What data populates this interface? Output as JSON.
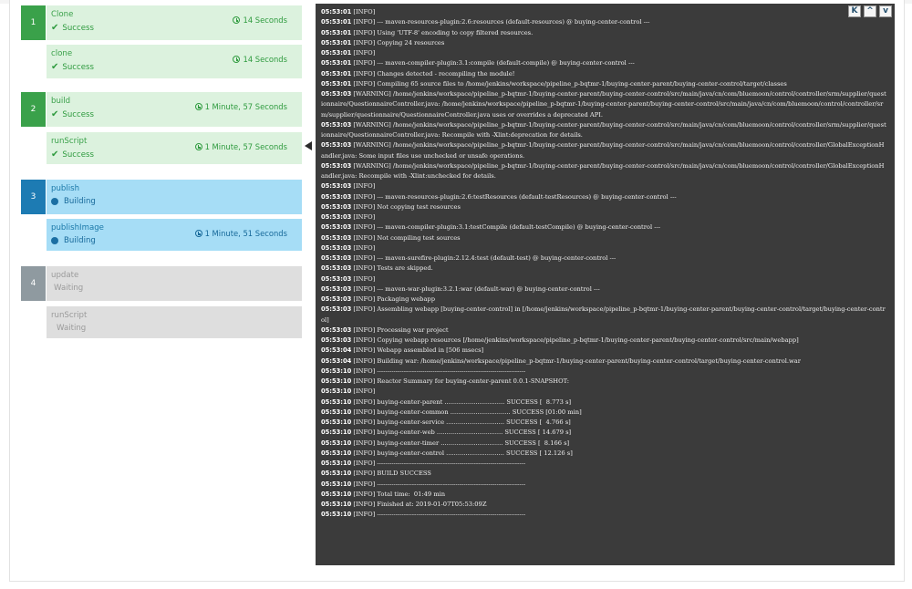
{
  "stages": [
    {
      "number": "1",
      "steps": [
        {
          "name": "Clone",
          "status": "Success",
          "duration": "14 Seconds"
        },
        {
          "name": "clone",
          "status": "Success",
          "duration": "14 Seconds"
        }
      ]
    },
    {
      "number": "2",
      "steps": [
        {
          "name": "build",
          "status": "Success",
          "duration": "1 Minute, 57 Seconds"
        },
        {
          "name": "runScript",
          "status": "Success",
          "duration": "1 Minute, 57 Seconds"
        }
      ]
    },
    {
      "number": "3",
      "steps": [
        {
          "name": "publish",
          "status": "Building",
          "duration": ""
        },
        {
          "name": "publishImage",
          "status": "Building",
          "duration": "1 Minute, 51 Seconds"
        }
      ]
    },
    {
      "number": "4",
      "steps": [
        {
          "name": "update",
          "status": "Waiting",
          "duration": ""
        },
        {
          "name": "runScript",
          "status": "Waiting",
          "duration": ""
        }
      ]
    }
  ],
  "icons": {
    "success": "check-icon",
    "building": "dot-icon",
    "duration": "clock-icon"
  },
  "console": {
    "controls": {
      "top": "K",
      "up": "^",
      "down": "v"
    },
    "lines": [
      {
        "t": "05:53:01",
        "m": "[INFO]"
      },
      {
        "t": "05:53:01",
        "m": "[INFO] --- maven-resources-plugin:2.6:resources (default-resources) @ buying-center-control ---"
      },
      {
        "t": "05:53:01",
        "m": "[INFO] Using 'UTF-8' encoding to copy filtered resources."
      },
      {
        "t": "05:53:01",
        "m": "[INFO] Copying 24 resources"
      },
      {
        "t": "05:53:01",
        "m": "[INFO]"
      },
      {
        "t": "05:53:01",
        "m": "[INFO] --- maven-compiler-plugin:3.1:compile (default-compile) @ buying-center-control ---"
      },
      {
        "t": "05:53:01",
        "m": "[INFO] Changes detected - recompiling the module!"
      },
      {
        "t": "05:53:01",
        "m": "[INFO] Compiling 65 source files to /home/jenkins/workspace/pipeline_p-bqtmr-1/buying-center-parent/buying-center-control/target/classes"
      },
      {
        "t": "05:53:03",
        "m": "[WARNING] /home/jenkins/workspace/pipeline_p-bqtmr-1/buying-center-parent/buying-center-control/src/main/java/cn/com/bluemoon/control/controller/srm/supplier/questionnaire/QuestionnaireController.java: /home/jenkins/workspace/pipeline_p-bqtmr-1/buying-center-parent/buying-center-control/src/main/java/cn/com/bluemoon/control/controller/srm/supplier/questionnaire/QuestionnaireController.java uses or overrides a deprecated API."
      },
      {
        "t": "05:53:03",
        "m": "[WARNING] /home/jenkins/workspace/pipeline_p-bqtmr-1/buying-center-parent/buying-center-control/src/main/java/cn/com/bluemoon/control/controller/srm/supplier/questionnaire/QuestionnaireController.java: Recompile with -Xlint:deprecation for details."
      },
      {
        "t": "05:53:03",
        "m": "[WARNING] /home/jenkins/workspace/pipeline_p-bqtmr-1/buying-center-parent/buying-center-control/src/main/java/cn/com/bluemoon/control/controller/GlobalExceptionHandler.java: Some input files use unchecked or unsafe operations."
      },
      {
        "t": "05:53:03",
        "m": "[WARNING] /home/jenkins/workspace/pipeline_p-bqtmr-1/buying-center-parent/buying-center-control/src/main/java/cn/com/bluemoon/control/controller/GlobalExceptionHandler.java: Recompile with -Xlint:unchecked for details."
      },
      {
        "t": "05:53:03",
        "m": "[INFO]"
      },
      {
        "t": "05:53:03",
        "m": "[INFO] --- maven-resources-plugin:2.6:testResources (default-testResources) @ buying-center-control ---"
      },
      {
        "t": "05:53:03",
        "m": "[INFO] Not copying test resources"
      },
      {
        "t": "05:53:03",
        "m": "[INFO]"
      },
      {
        "t": "05:53:03",
        "m": "[INFO] --- maven-compiler-plugin:3.1:testCompile (default-testCompile) @ buying-center-control ---"
      },
      {
        "t": "05:53:03",
        "m": "[INFO] Not compiling test sources"
      },
      {
        "t": "05:53:03",
        "m": "[INFO]"
      },
      {
        "t": "05:53:03",
        "m": "[INFO] --- maven-surefire-plugin:2.12.4:test (default-test) @ buying-center-control ---"
      },
      {
        "t": "05:53:03",
        "m": "[INFO] Tests are skipped."
      },
      {
        "t": "05:53:03",
        "m": "[INFO]"
      },
      {
        "t": "05:53:03",
        "m": "[INFO] --- maven-war-plugin:3.2.1:war (default-war) @ buying-center-control ---"
      },
      {
        "t": "05:53:03",
        "m": "[INFO] Packaging webapp"
      },
      {
        "t": "05:53:03",
        "m": "[INFO] Assembling webapp [buying-center-control] in [/home/jenkins/workspace/pipeline_p-bqtmr-1/buying-center-parent/buying-center-control/target/buying-center-control]"
      },
      {
        "t": "05:53:03",
        "m": "[INFO] Processing war project"
      },
      {
        "t": "05:53:03",
        "m": "[INFO] Copying webapp resources [/home/jenkins/workspace/pipeline_p-bqtmr-1/buying-center-parent/buying-center-control/src/main/webapp]"
      },
      {
        "t": "05:53:04",
        "m": "[INFO] Webapp assembled in [506 msecs]"
      },
      {
        "t": "05:53:04",
        "m": "[INFO] Building war: /home/jenkins/workspace/pipeline_p-bqtmr-1/buying-center-parent/buying-center-control/target/buying-center-control.war"
      },
      {
        "t": "05:53:10",
        "m": "[INFO] ------------------------------------------------------------------------"
      },
      {
        "t": "05:53:10",
        "m": "[INFO] Reactor Summary for buying-center-parent 0.0.1-SNAPSHOT:"
      },
      {
        "t": "05:53:10",
        "m": "[INFO]"
      },
      {
        "t": "05:53:10",
        "m": "[INFO] buying-center-parent ............................... SUCCESS [  8.773 s]"
      },
      {
        "t": "05:53:10",
        "m": "[INFO] buying-center-common ............................... SUCCESS [01:00 min]"
      },
      {
        "t": "05:53:10",
        "m": "[INFO] buying-center-service .............................. SUCCESS [  4.766 s]"
      },
      {
        "t": "05:53:10",
        "m": "[INFO] buying-center-web .................................. SUCCESS [ 14.679 s]"
      },
      {
        "t": "05:53:10",
        "m": "[INFO] buying-center-timer ................................ SUCCESS [  8.166 s]"
      },
      {
        "t": "05:53:10",
        "m": "[INFO] buying-center-control .............................. SUCCESS [ 12.126 s]"
      },
      {
        "t": "05:53:10",
        "m": "[INFO] ------------------------------------------------------------------------"
      },
      {
        "t": "05:53:10",
        "m": "[INFO] BUILD SUCCESS"
      },
      {
        "t": "05:53:10",
        "m": "[INFO] ------------------------------------------------------------------------"
      },
      {
        "t": "05:53:10",
        "m": "[INFO] Total time:  01:49 min"
      },
      {
        "t": "05:53:10",
        "m": "[INFO] Finished at: 2019-01-07T05:53:09Z"
      },
      {
        "t": "05:53:10",
        "m": "[INFO] ------------------------------------------------------------------------"
      }
    ]
  }
}
